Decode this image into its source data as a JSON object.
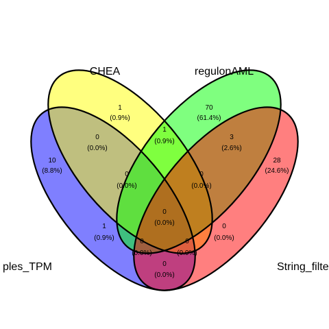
{
  "sets": [
    {
      "id": "left",
      "label": "ples_TPM",
      "color": "#0000ff"
    },
    {
      "id": "chea",
      "label": "CHEA",
      "color": "#ffff00"
    },
    {
      "id": "regulon",
      "label": "regulonAML",
      "color": "#00ff00"
    },
    {
      "id": "string",
      "label": "String_filte",
      "color": "#ff0000"
    }
  ],
  "regions": [
    {
      "id": "r-chea-only",
      "count": "1",
      "pct": "(0.9%)"
    },
    {
      "id": "r-regulon-only",
      "count": "70",
      "pct": "(61.4%)"
    },
    {
      "id": "r-left-only",
      "count": "10",
      "pct": "(8.8%)"
    },
    {
      "id": "r-string-only",
      "count": "28",
      "pct": "(24.6%)"
    },
    {
      "id": "r-left-chea",
      "count": "0",
      "pct": "(0.0%)"
    },
    {
      "id": "r-chea-regulon",
      "count": "1",
      "pct": "(0.9%)"
    },
    {
      "id": "r-regulon-string",
      "count": "3",
      "pct": "(2.6%)"
    },
    {
      "id": "r-lcr",
      "count": "0",
      "pct": "(0.0%)"
    },
    {
      "id": "r-crs",
      "count": "0",
      "pct": "(0.0%)"
    },
    {
      "id": "r-all",
      "count": "0",
      "pct": "(0.0%)"
    },
    {
      "id": "r-left-regulon",
      "count": "1",
      "pct": "(0.9%)"
    },
    {
      "id": "r-chea-string",
      "count": "0",
      "pct": "(0.0%)"
    },
    {
      "id": "r-lcs",
      "count": "0",
      "pct": "(0.0%)"
    },
    {
      "id": "r-lrs",
      "count": "0",
      "pct": "(0.0%)"
    },
    {
      "id": "r-left-string",
      "count": "0",
      "pct": "(0.0%)"
    }
  ]
}
